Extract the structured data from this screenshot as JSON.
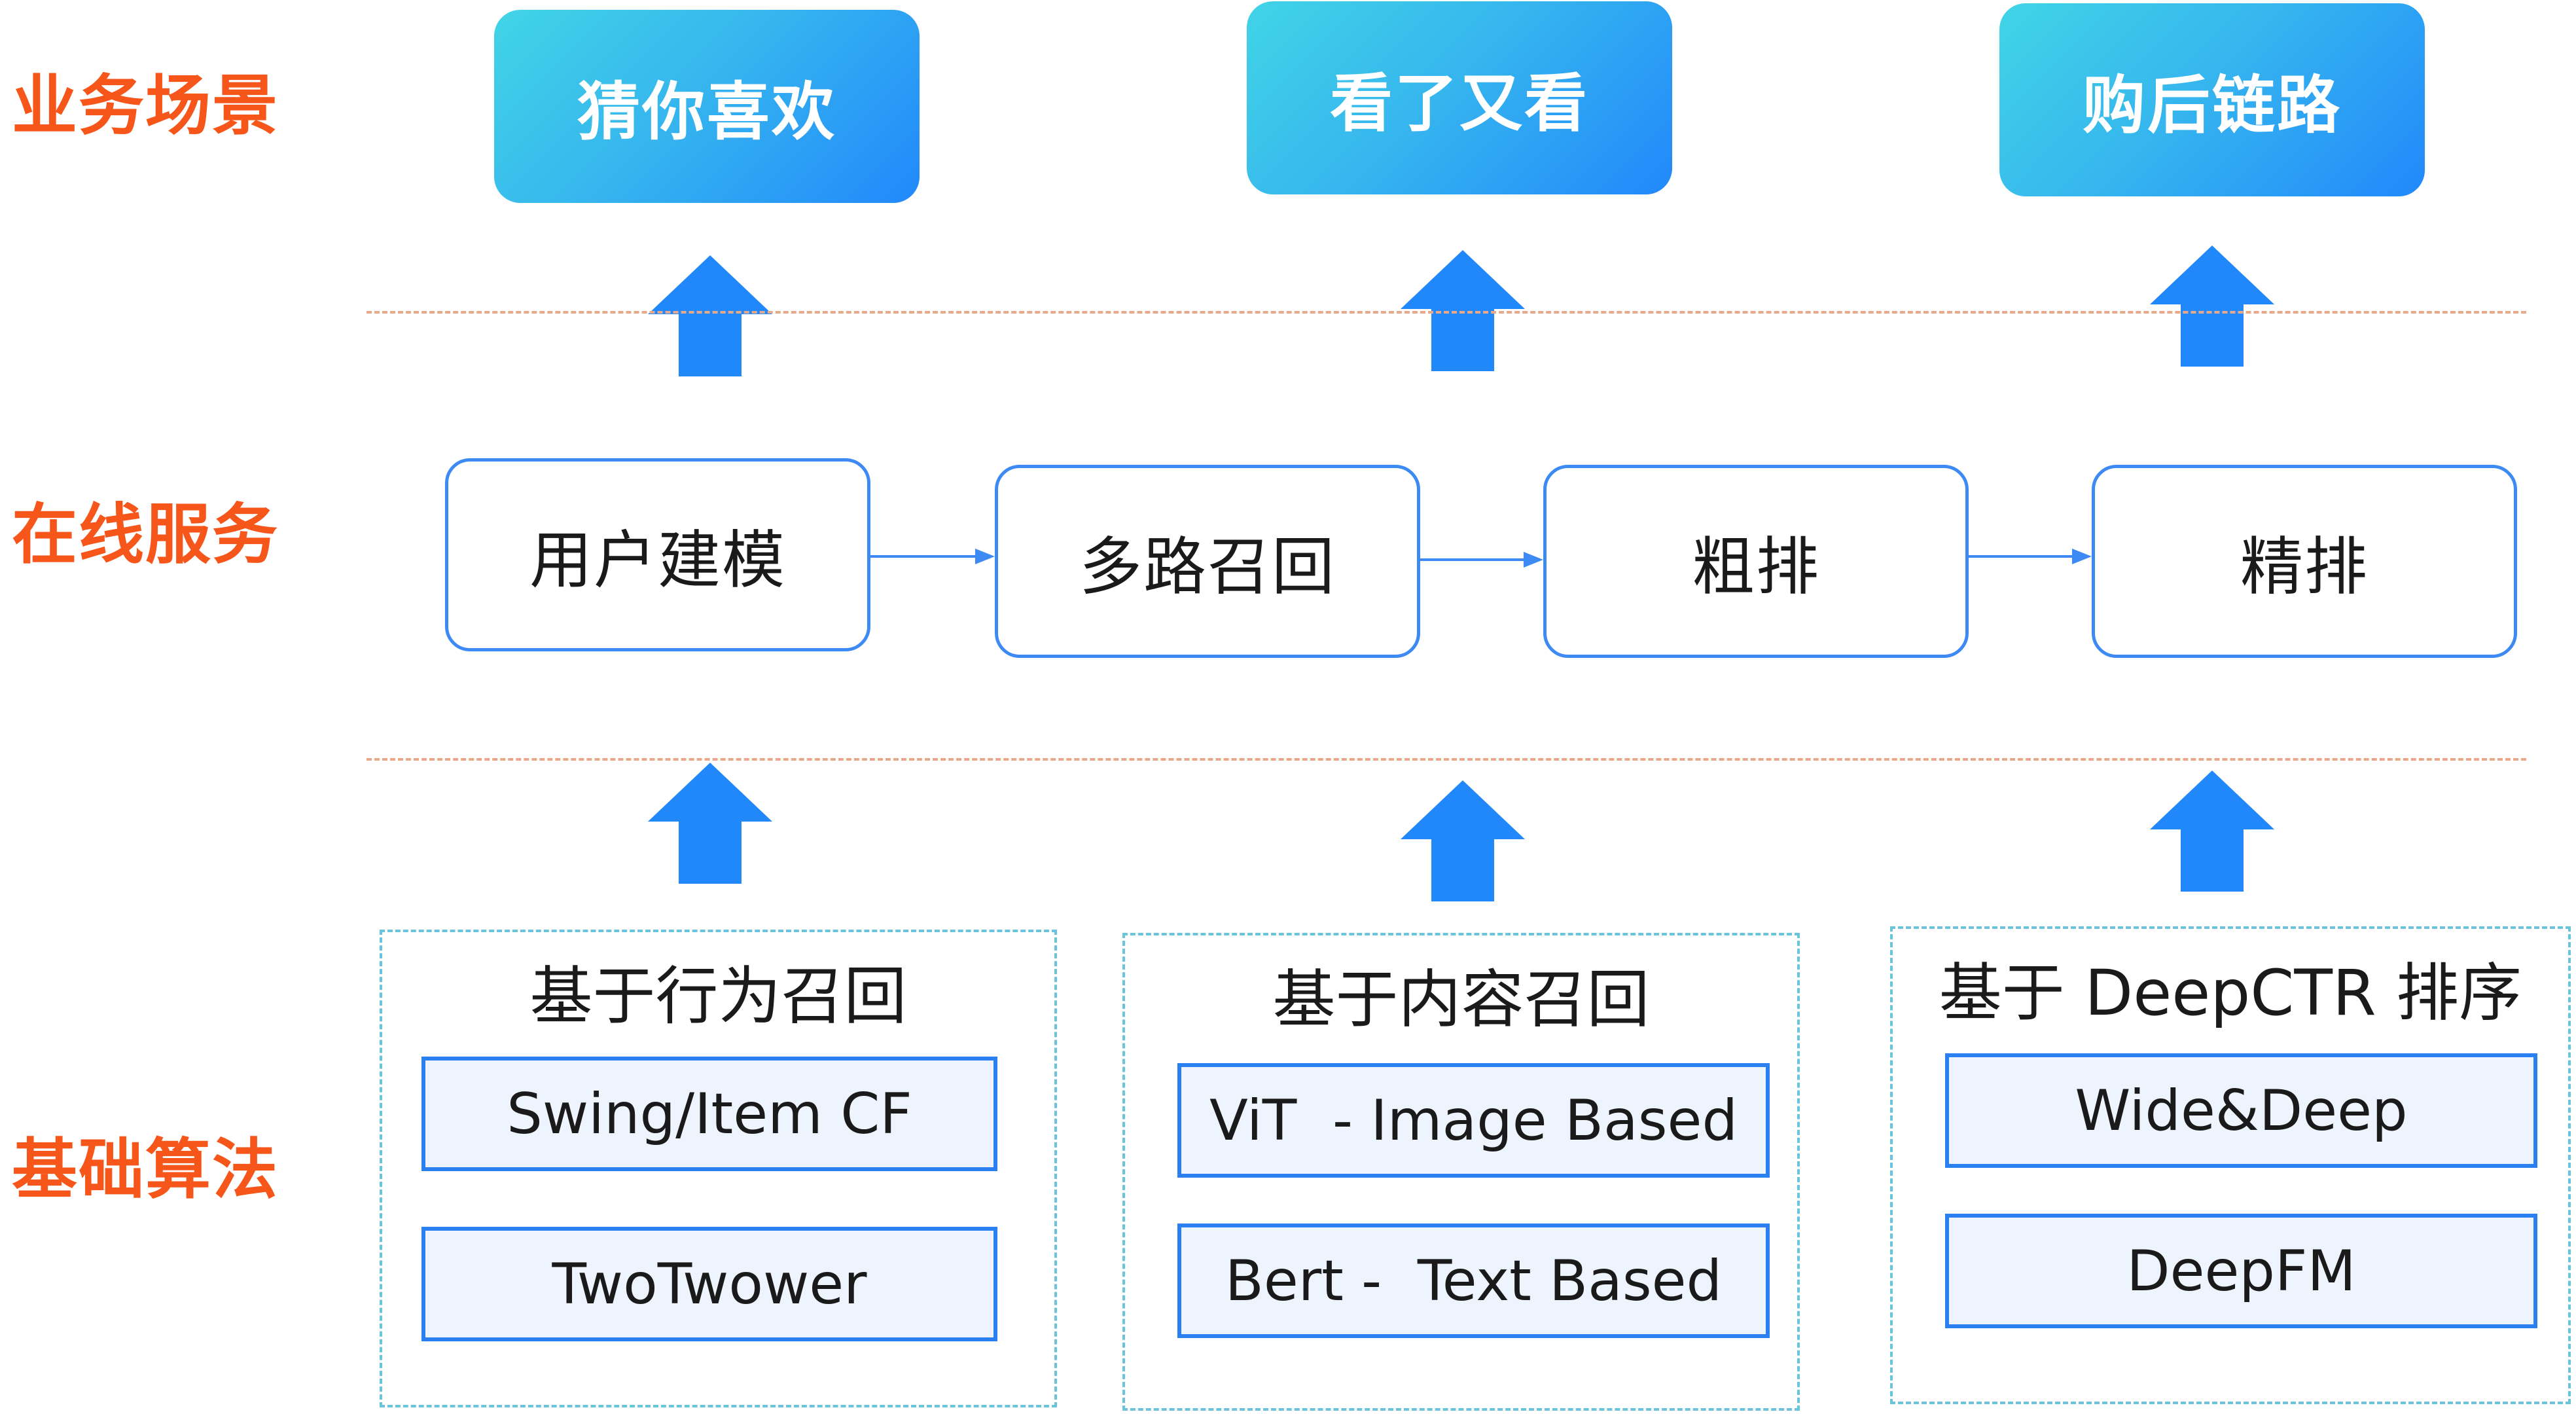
{
  "row_labels": {
    "business": "业务场景",
    "online": "在线服务",
    "algorithm": "基础算法"
  },
  "business_scenes": [
    "猜你喜欢",
    "看了又看",
    "购后链路"
  ],
  "online_services": [
    "用户建模",
    "多路召回",
    "粗排",
    "精排"
  ],
  "algorithm_groups": [
    {
      "title": "基于行为召回",
      "items": [
        "Swing/Item CF",
        "TwoTwower"
      ]
    },
    {
      "title": "基于内容召回",
      "items": [
        "ViT  - Image Based",
        "Bert -  Text Based"
      ]
    },
    {
      "title": "基于 DeepCTR 排序",
      "items": [
        "Wide&Deep",
        "DeepFM"
      ]
    }
  ],
  "colors": {
    "label": "#f7561b",
    "scene_gradient": [
      "#41d4e6",
      "#2188fb"
    ],
    "arrow": "#2188fb",
    "service_border": "#3d8af5",
    "algo_border": "#2a80f0",
    "algo_fill": "#eef4fd",
    "divider": "#e8a98a",
    "group_border": "#6ac4dc"
  }
}
